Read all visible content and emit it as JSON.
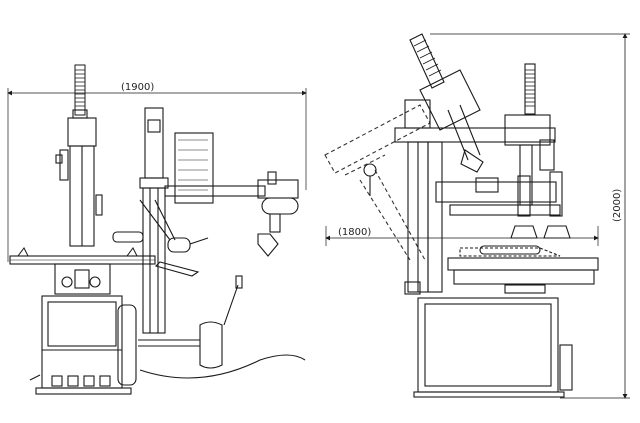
{
  "dimensions": {
    "width_label": "(1900)",
    "depth_label": "(1800)",
    "height_label": "(2000)"
  },
  "colors": {
    "stroke": "#1a1a1a",
    "ghost": "#333333",
    "background": "#ffffff"
  }
}
